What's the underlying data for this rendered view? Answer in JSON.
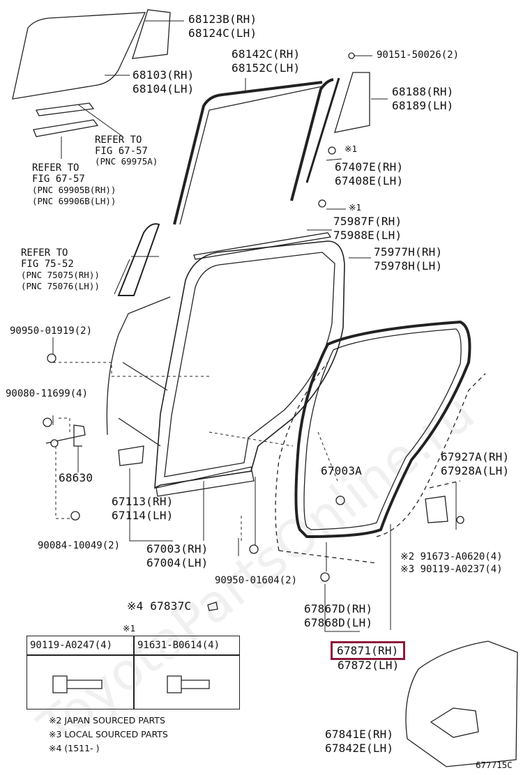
{
  "diagram_code": "677715C",
  "parts": {
    "p68123": [
      "68123B(RH)",
      "68124C(LH)"
    ],
    "p68142": [
      "68142C(RH)",
      "68152C(LH)"
    ],
    "p90151": "90151-50026(2)",
    "p68103": [
      "68103(RH)",
      "68104(LH)"
    ],
    "p68188": [
      "68188(RH)",
      "68189(LH)"
    ],
    "p67407": [
      "67407E(RH)",
      "67408E(LH)"
    ],
    "p75987": [
      "75987F(RH)",
      "75988E(LH)"
    ],
    "p75977": [
      "75977H(RH)",
      "75978H(LH)"
    ],
    "p90950a": "90950-01919(2)",
    "p90080": "90080-11699(4)",
    "p68630": "68630",
    "p67003a": "67003A",
    "p67927": [
      "67927A(RH)",
      "67928A(LH)"
    ],
    "p67113": [
      "67113(RH)",
      "67114(LH)"
    ],
    "p90084": "90084-10049(2)",
    "p67003": [
      "67003(RH)",
      "67004(LH)"
    ],
    "p91673": "※2 91673-A0620(4)",
    "p90119b": "※3 90119-A0237(4)",
    "p90950b": "90950-01604(2)",
    "p67837": "※4 67837C",
    "p67867": [
      "67867D(RH)",
      "67868D(LH)"
    ],
    "p67871": [
      "67871(RH)",
      "67872(LH)"
    ],
    "p67841": [
      "67841E(RH)",
      "67842E(LH)"
    ]
  },
  "refs": {
    "r1": [
      "REFER TO",
      "FIG 67-57",
      "(PNC 69975A)"
    ],
    "r2": [
      "REFER TO",
      "FIG 67-57",
      "(PNC 69905B(RH))",
      "(PNC 69906B(LH))"
    ],
    "r3": [
      "REFER TO",
      "FIG 75-52",
      "(PNC 75075(RH))",
      "(PNC 75076(LH))"
    ]
  },
  "marks": {
    "m1a": "※1",
    "m1b": "※1",
    "m1c": "※1"
  },
  "table": {
    "col1": "90119-A0247(4)",
    "col2": "91631-B0614(4)"
  },
  "notes": [
    "※2 JAPAN SOURCED PARTS",
    "※3 LOCAL SOURCED PARTS",
    "※4 (1511-      )"
  ],
  "watermark": "ToyotaPartsOnline.ru"
}
